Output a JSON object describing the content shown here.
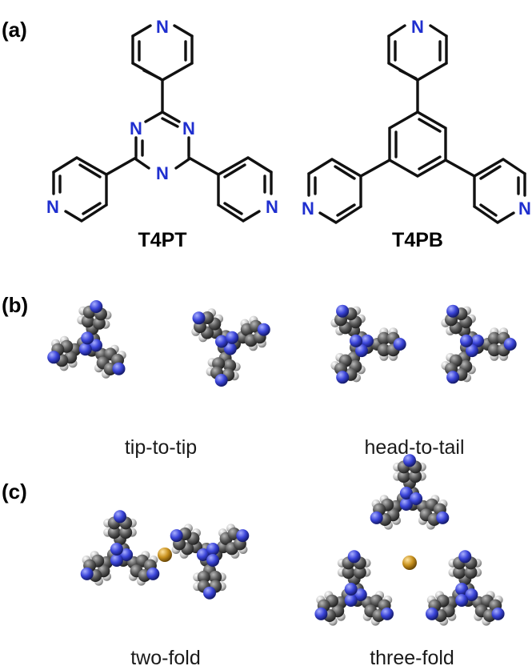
{
  "panels": {
    "a": {
      "label": "(a)"
    },
    "b": {
      "label": "(b)"
    },
    "c": {
      "label": "(c)"
    }
  },
  "molecules": {
    "left_name": "T4PT",
    "right_name": "T4PB",
    "nitrogen_symbol": "N"
  },
  "captions": {
    "tip_to_tip": "tip-to-tip",
    "head_to_tail": "head-to-tail",
    "two_fold": "two-fold",
    "three_fold": "three-fold"
  },
  "colors": {
    "nitrogen": "#2d3fd6",
    "carbon": "#5c5c5c",
    "hydrogen": "#cfcfcf",
    "metal": "#c8911e",
    "bond": "#111111"
  }
}
